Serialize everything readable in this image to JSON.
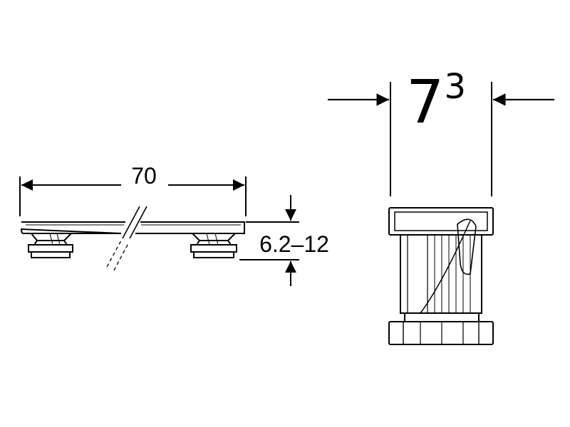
{
  "left_view": {
    "length_label": "70",
    "height_label": "6.2–12"
  },
  "right_view": {
    "width_base": "7",
    "width_superscript": "3"
  }
}
